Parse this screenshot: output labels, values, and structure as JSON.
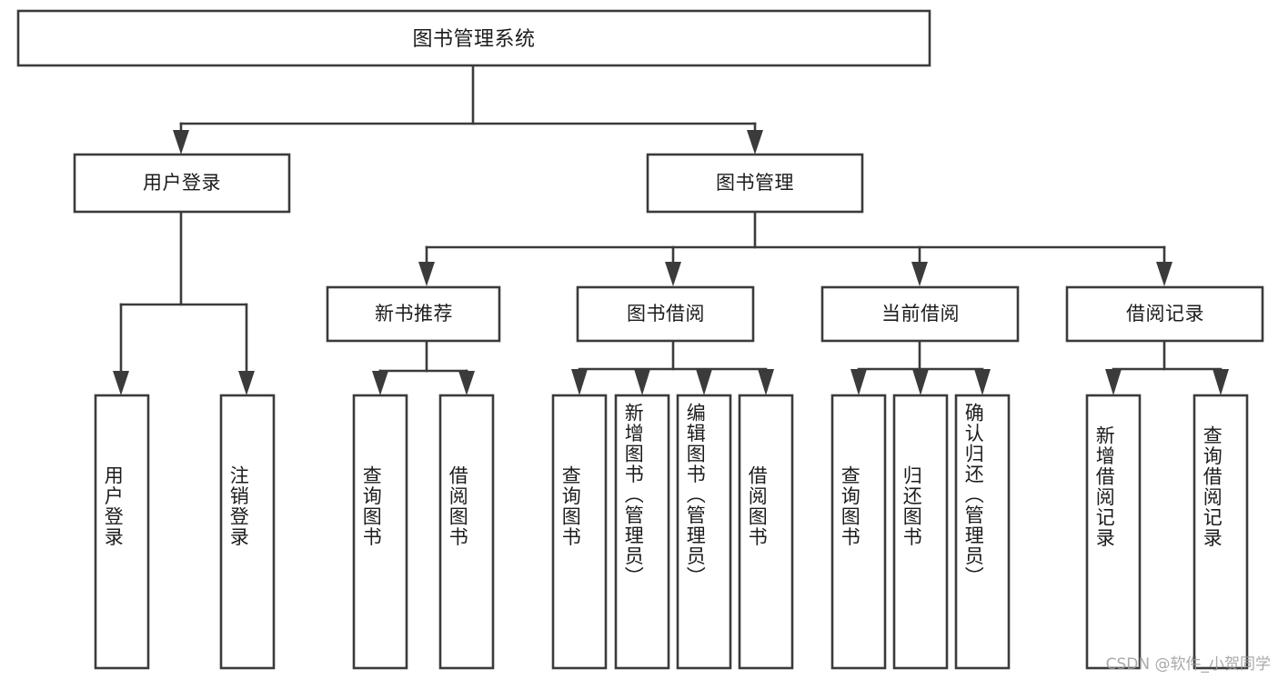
{
  "diagram": {
    "title": "图书管理系统",
    "type": "tree-hierarchy",
    "watermark": "CSDN @软件_小贺同学",
    "colors": {
      "stroke": "#3b3b3b",
      "fill": "#ffffff",
      "text": "#1c1c1c",
      "watermark": "#9b9b9b",
      "background": "#ffffff"
    },
    "root": {
      "label": "图书管理系统"
    },
    "level2": [
      {
        "id": "user-login",
        "label": "用户登录"
      },
      {
        "id": "book-manage",
        "label": "图书管理"
      }
    ],
    "level3": [
      {
        "id": "new-book-rec",
        "label": "新书推荐"
      },
      {
        "id": "book-borrow",
        "label": "图书借阅"
      },
      {
        "id": "current-borrow",
        "label": "当前借阅"
      },
      {
        "id": "borrow-record",
        "label": "借阅记录"
      }
    ],
    "leaves": {
      "user_login": [
        {
          "id": "leaf-user-login",
          "label": "用户登录"
        },
        {
          "id": "leaf-user-logout",
          "label": "注销登录"
        }
      ],
      "new_book_rec": [
        {
          "id": "leaf-query-book-1",
          "label": "查询图书"
        },
        {
          "id": "leaf-borrow-book-1",
          "label": "借阅图书"
        }
      ],
      "book_borrow": [
        {
          "id": "leaf-query-book-2",
          "label": "查询图书"
        },
        {
          "id": "leaf-add-book",
          "label": "新增图书（管理员）"
        },
        {
          "id": "leaf-edit-book",
          "label": "编辑图书（管理员）"
        },
        {
          "id": "leaf-borrow-book-2",
          "label": "借阅图书"
        }
      ],
      "current_borrow": [
        {
          "id": "leaf-query-book-3",
          "label": "查询图书"
        },
        {
          "id": "leaf-return-book",
          "label": "归还图书"
        },
        {
          "id": "leaf-confirm-return",
          "label": "确认归还（管理员）"
        }
      ],
      "borrow_record": [
        {
          "id": "leaf-add-record",
          "label": "新增借阅记录"
        },
        {
          "id": "leaf-query-record",
          "label": "查询借阅记录"
        }
      ]
    }
  }
}
